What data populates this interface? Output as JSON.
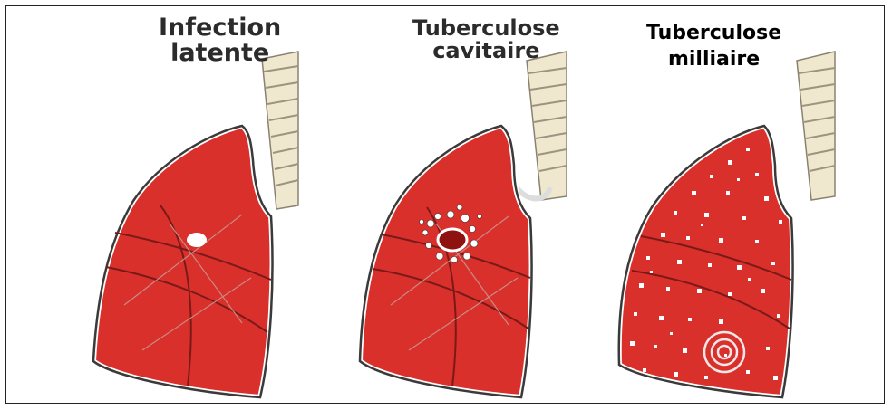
{
  "panels": [
    {
      "line1": "Infection",
      "line2": "latente",
      "stage": "latent"
    },
    {
      "line1": "Tuberculose",
      "line2": "cavitaire",
      "stage": "cavitary"
    },
    {
      "line1": "Tuberculose",
      "line2": "milliaire",
      "stage": "miliary"
    }
  ],
  "colors": {
    "lung_fill": "#d9302c",
    "lung_dark": "#b71f1c",
    "outline": "#3a3a3a",
    "trachea": "#e9e2c8",
    "lesion": "#ffffff"
  }
}
